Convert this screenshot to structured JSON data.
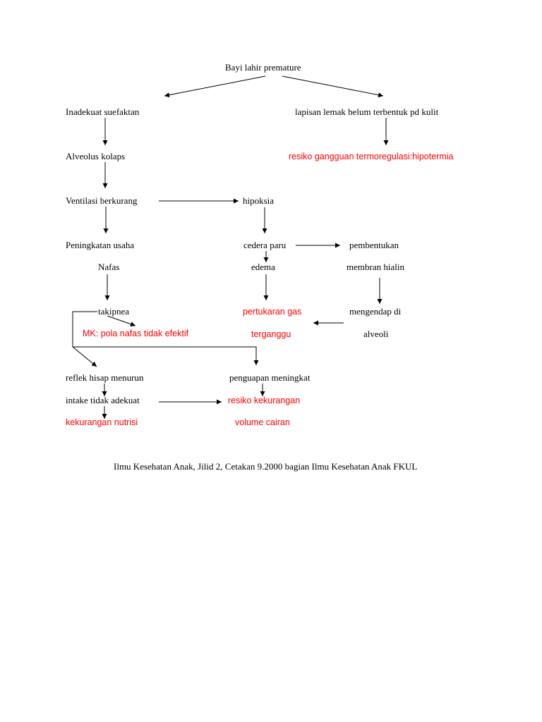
{
  "colors": {
    "text": "#000000",
    "problem": "#ff0000",
    "line": "#000000"
  },
  "nodes": {
    "bayi": "Bayi lahir premature",
    "inadekuat": "Inadekuat suefaktan",
    "lapisan": "lapisan lemak belum terbentuk pd kulit",
    "alveolus": "Alveolus kolaps",
    "resiko_termo": "resiko gangguan termoregulasi:hipotermia",
    "ventilasi": "Ventilasi berkurang",
    "hipoksia": "hipoksia",
    "peningkatan": "Peningkatan usaha",
    "nafas": "Nafas",
    "cedera": "cedera paru",
    "pembentukan": "pembentukan",
    "edema": "edema",
    "membran": "membran hialin",
    "takipnea": "takipnea",
    "pertukaran": "pertukaran gas",
    "mengendap": "mengendap di",
    "mk_pola": "MK: pola nafas tidak efektif",
    "terganggu": "terganggu",
    "alveoli": "alveoli",
    "reflek": "reflek hisap menurun",
    "penguapan": "penguapan meningkat",
    "intake": "intake tidak adekuat",
    "resiko_kekurangan": "resiko kekurangan",
    "kekurangan_nutrisi": "kekurangan nutrisi",
    "volume": "volume cairan"
  },
  "citation": "Ilmu Kesehatan Anak, Jilid 2, Cetakan 9.2000 bagian Ilmu Kesehatan Anak FKUL"
}
